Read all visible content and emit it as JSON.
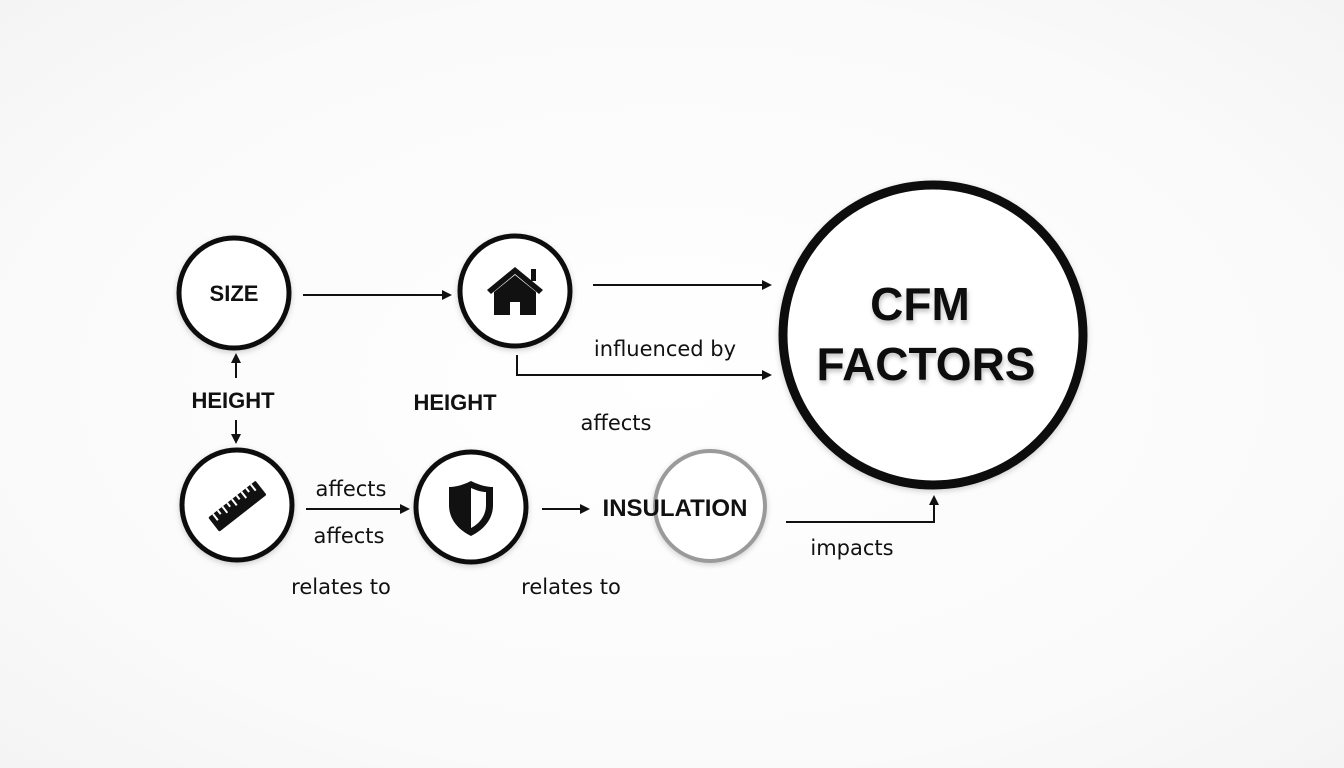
{
  "nodes": {
    "size": {
      "label": "SIZE"
    },
    "house": {
      "icon": "house-icon"
    },
    "ruler": {
      "icon": "ruler-icon"
    },
    "shield": {
      "icon": "shield-icon"
    },
    "insulation": {
      "label": "INSULATION"
    },
    "cfm": {
      "line1": "CFM",
      "line2": "FACTORS"
    }
  },
  "labels": {
    "height_left": "HEIGHT",
    "height_mid": "HEIGHT"
  },
  "edges": {
    "influenced_by": "influenced by",
    "affects_right": "affects",
    "affects_top": "affects",
    "affects_bottom": "affects",
    "relates_to_left": "relates to",
    "relates_to_mid": "relates to",
    "impacts": "impacts"
  },
  "colors": {
    "stroke": "#111111",
    "insulation_ring": "#9a9a9a",
    "background": "#fcfcfc"
  }
}
